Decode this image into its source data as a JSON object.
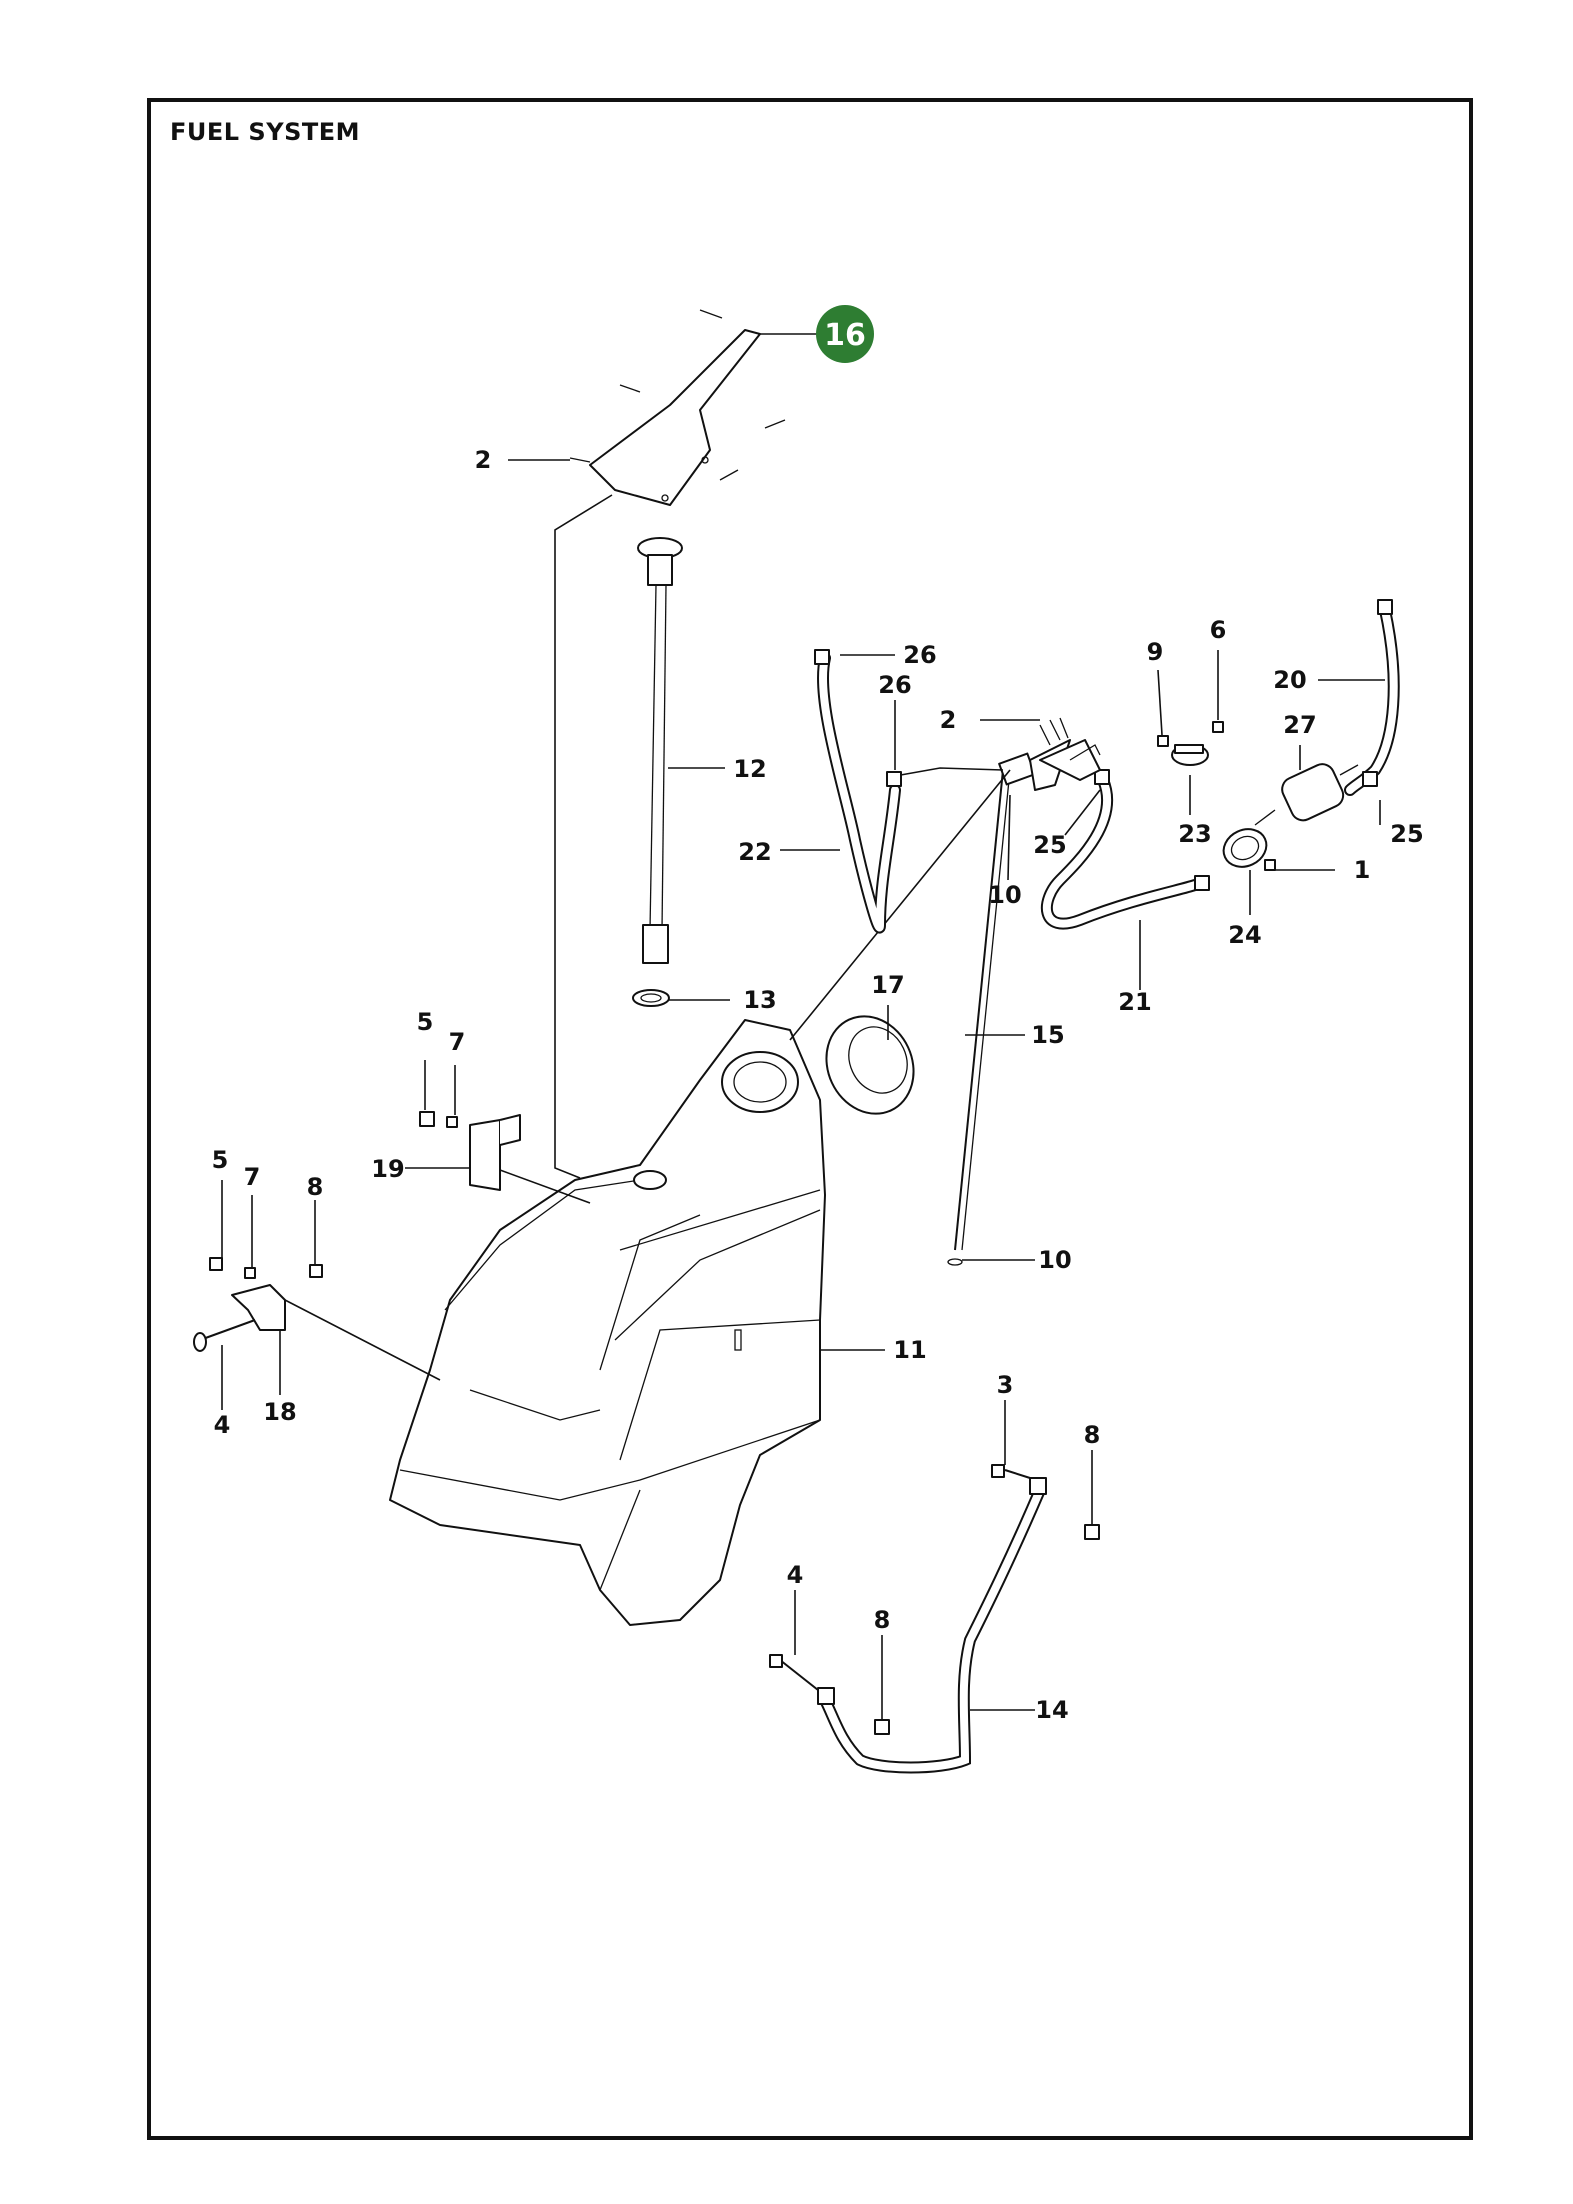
{
  "page": {
    "title": "FUEL SYSTEM",
    "badge": "16",
    "badge_color": "#2e7d32"
  },
  "callouts": [
    {
      "id": "c-2-top",
      "text": "2"
    },
    {
      "id": "c-26-a",
      "text": "26"
    },
    {
      "id": "c-26-b",
      "text": "26"
    },
    {
      "id": "c-2-mid",
      "text": "2"
    },
    {
      "id": "c-9",
      "text": "9"
    },
    {
      "id": "c-6",
      "text": "6"
    },
    {
      "id": "c-20",
      "text": "20"
    },
    {
      "id": "c-27",
      "text": "27"
    },
    {
      "id": "c-12",
      "text": "12"
    },
    {
      "id": "c-22",
      "text": "22"
    },
    {
      "id": "c-25-a",
      "text": "25"
    },
    {
      "id": "c-10-a",
      "text": "10"
    },
    {
      "id": "c-23",
      "text": "23"
    },
    {
      "id": "c-25-b",
      "text": "25"
    },
    {
      "id": "c-1",
      "text": "1"
    },
    {
      "id": "c-24",
      "text": "24"
    },
    {
      "id": "c-21",
      "text": "21"
    },
    {
      "id": "c-13",
      "text": "13"
    },
    {
      "id": "c-17",
      "text": "17"
    },
    {
      "id": "c-15",
      "text": "15"
    },
    {
      "id": "c-5-a",
      "text": "5"
    },
    {
      "id": "c-7-a",
      "text": "7"
    },
    {
      "id": "c-19",
      "text": "19"
    },
    {
      "id": "c-5-b",
      "text": "5"
    },
    {
      "id": "c-7-b",
      "text": "7"
    },
    {
      "id": "c-8-a",
      "text": "8"
    },
    {
      "id": "c-10-b",
      "text": "10"
    },
    {
      "id": "c-11",
      "text": "11"
    },
    {
      "id": "c-4-a",
      "text": "4"
    },
    {
      "id": "c-18",
      "text": "18"
    },
    {
      "id": "c-3",
      "text": "3"
    },
    {
      "id": "c-8-b",
      "text": "8"
    },
    {
      "id": "c-4-b",
      "text": "4"
    },
    {
      "id": "c-8-c",
      "text": "8"
    },
    {
      "id": "c-14",
      "text": "14"
    }
  ]
}
